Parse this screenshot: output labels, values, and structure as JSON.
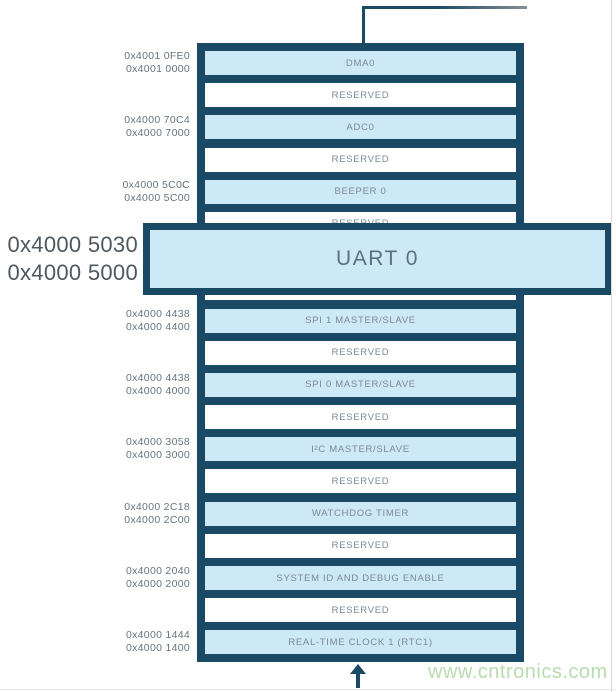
{
  "diagram": {
    "uart_popup": {
      "label": "UART 0",
      "addr_top": "0x4000 5030",
      "addr_bottom": "0x4000 5000"
    },
    "stack": {
      "rows": [
        {
          "key": "dma0",
          "type": "peripheral",
          "label": "DMA0",
          "addr_top": "0x4001 0FE0",
          "addr_bottom": "0x4001 0000"
        },
        {
          "key": "reserved",
          "type": "reserved",
          "label": "RESERVED"
        },
        {
          "key": "adc0",
          "type": "peripheral",
          "label": "ADC0",
          "addr_top": "0x4000 70C4",
          "addr_bottom": "0x4000 7000"
        },
        {
          "key": "reserved",
          "type": "reserved",
          "label": "RESERVED"
        },
        {
          "key": "beeper0",
          "type": "peripheral",
          "label": "BEEPER 0",
          "addr_top": "0x4000 5C0C",
          "addr_bottom": "0x4000 5C00"
        },
        {
          "key": "reserved",
          "type": "reserved",
          "label": "RESERVED"
        },
        {
          "key": "uart0-hidden",
          "type": "peripheral",
          "label": ""
        },
        {
          "key": "reserved",
          "type": "reserved",
          "label": "RESERVED"
        },
        {
          "key": "spi1",
          "type": "peripheral",
          "label": "SPI 1 MASTER/SLAVE",
          "addr_top": "0x4000 4438",
          "addr_bottom": "0x4000 4400"
        },
        {
          "key": "reserved",
          "type": "reserved",
          "label": "RESERVED"
        },
        {
          "key": "spi0",
          "type": "peripheral",
          "label": "SPI 0 MASTER/SLAVE",
          "addr_top": "0x4000 4438",
          "addr_bottom": "0x4000 4000"
        },
        {
          "key": "reserved",
          "type": "reserved",
          "label": "RESERVED"
        },
        {
          "key": "i2c",
          "type": "peripheral",
          "label": "I²C MASTER/SLAVE",
          "addr_top": "0x4000 3058",
          "addr_bottom": "0x4000 3000"
        },
        {
          "key": "reserved",
          "type": "reserved",
          "label": "RESERVED"
        },
        {
          "key": "watchdog",
          "type": "peripheral",
          "label": "WATCHDOG TIMER",
          "addr_top": "0x4000 2C18",
          "addr_bottom": "0x4000 2C00"
        },
        {
          "key": "reserved",
          "type": "reserved",
          "label": "RESERVED"
        },
        {
          "key": "sysid",
          "type": "peripheral",
          "label": "SYSTEM ID AND DEBUG ENABLE",
          "addr_top": "0x4000 2040",
          "addr_bottom": "0x4000 2000"
        },
        {
          "key": "reserved",
          "type": "reserved",
          "label": "RESERVED"
        },
        {
          "key": "rtc1",
          "type": "peripheral",
          "label": "REAL-TIME CLOCK 1 (RTC1)",
          "addr_top": "0x4000 1444",
          "addr_bottom": "0x4000 1400"
        }
      ]
    },
    "watermark": "www.cntronics.com"
  },
  "colors": {
    "stack_border": "#1a4966",
    "peripheral_fill": "#cde9f5",
    "reserved_fill": "#ffffff",
    "row_text": "#7a8a96",
    "address_text": "#68747e",
    "uart_address_text": "#4f585f",
    "watermark_green": "#b8dcae"
  }
}
